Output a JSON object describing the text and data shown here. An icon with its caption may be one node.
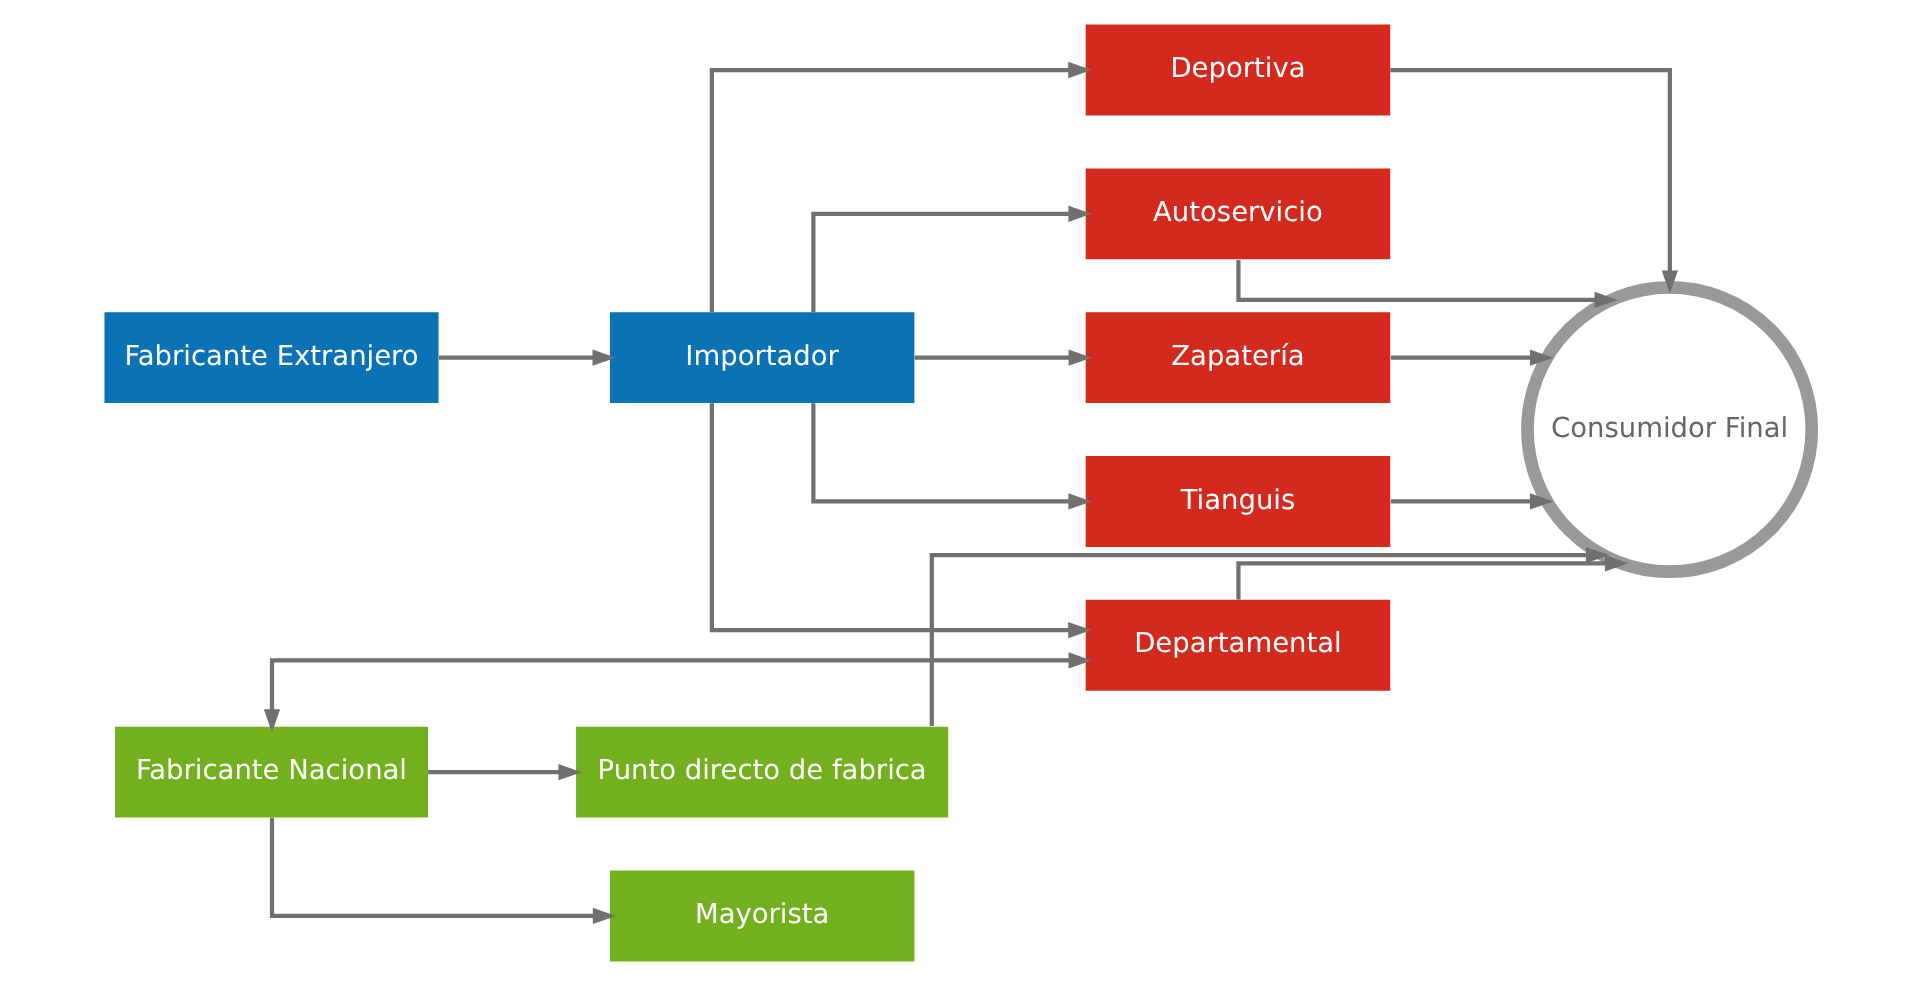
{
  "diagram": {
    "nodes": [
      {
        "text": [
          "Fabricante Extranjero"
        ]
      },
      {
        "text": [
          "Importador"
        ]
      },
      {
        "text": [
          "Zapatería"
        ]
      },
      {
        "text": [
          "Departamental"
        ]
      },
      {
        "text": [
          "Consumidor Final"
        ]
      },
      {
        "text": [
          "Fabricante Nacional"
        ]
      },
      {
        "text": [
          "Mayorista"
        ]
      },
      {
        "text": [
          "Tianguis"
        ]
      },
      {
        "text": [
          "Deportiva"
        ]
      },
      {
        "text": [
          "Autoservicio"
        ]
      },
      {
        "text": [
          "Punto directo de fabrica"
        ]
      }
    ],
    "edges": [
      {
        "from": 0,
        "to": 1,
        "arrow": "to"
      },
      {
        "from": 1,
        "to": 2,
        "arrow": "to"
      },
      {
        "from": 1,
        "to": 3,
        "arrow": "to"
      },
      {
        "from": 1,
        "to": 7,
        "arrow": "to"
      },
      {
        "from": 1,
        "to": 8,
        "arrow": "to"
      },
      {
        "from": 1,
        "to": 9,
        "arrow": "to"
      },
      {
        "from": 5,
        "to": 3,
        "arrow": "both"
      },
      {
        "from": 5,
        "to": 6,
        "arrow": "to"
      },
      {
        "from": 5,
        "to": 10,
        "arrow": "to"
      },
      {
        "from": 2,
        "to": 4,
        "arrow": "to"
      },
      {
        "from": 3,
        "to": 4,
        "arrow": "to"
      },
      {
        "from": 7,
        "to": 4,
        "arrow": "to"
      },
      {
        "from": 8,
        "to": 4,
        "arrow": "to"
      },
      {
        "from": 9,
        "to": 4,
        "arrow": "to"
      },
      {
        "from": 10,
        "to": 4,
        "arrow": "to"
      }
    ]
  }
}
